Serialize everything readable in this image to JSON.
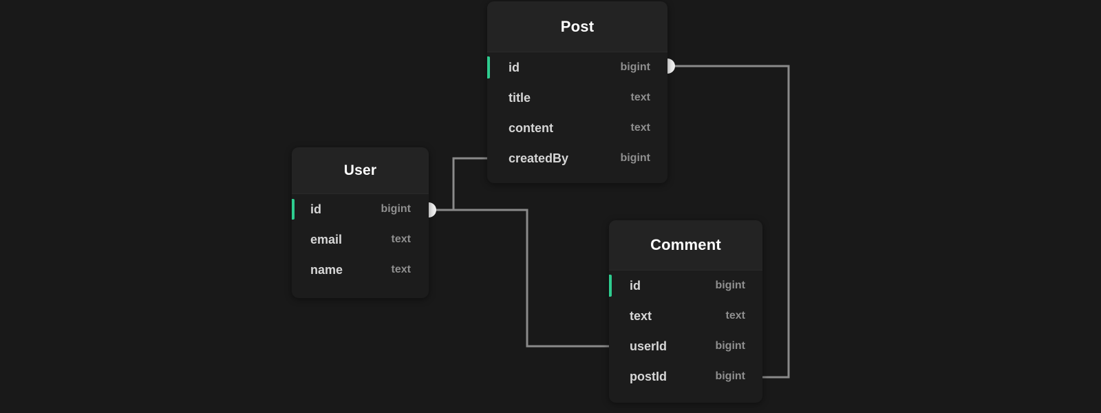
{
  "theme": {
    "background": "#191919",
    "card_body": "#1c1c1c",
    "card_header": "#232323",
    "accent_pk": "#2ecc8f",
    "edge_line": "#8a8a8a",
    "marker_fill": "#f2f2f2",
    "field_name_color": "#d6d6d6",
    "field_type_color": "#8f8f8f",
    "title_color": "#ffffff"
  },
  "diagram": {
    "type": "entity-relationship-diagram",
    "tables": [
      {
        "id": "user",
        "name": "User",
        "fields": [
          {
            "name": "id",
            "type": "bigint",
            "primary_key": true
          },
          {
            "name": "email",
            "type": "text",
            "primary_key": false
          },
          {
            "name": "name",
            "type": "text",
            "primary_key": false
          }
        ]
      },
      {
        "id": "post",
        "name": "Post",
        "fields": [
          {
            "name": "id",
            "type": "bigint",
            "primary_key": true
          },
          {
            "name": "title",
            "type": "text",
            "primary_key": false
          },
          {
            "name": "content",
            "type": "text",
            "primary_key": false
          },
          {
            "name": "createdBy",
            "type": "bigint",
            "primary_key": false
          }
        ]
      },
      {
        "id": "comment",
        "name": "Comment",
        "fields": [
          {
            "name": "id",
            "type": "bigint",
            "primary_key": true
          },
          {
            "name": "text",
            "type": "text",
            "primary_key": false
          },
          {
            "name": "userId",
            "type": "bigint",
            "primary_key": false
          },
          {
            "name": "postId",
            "type": "bigint",
            "primary_key": false
          }
        ]
      }
    ],
    "relationships": [
      {
        "id": "user-id-to-post-createdby",
        "from_table": "User",
        "from_field": "id",
        "to_table": "Post",
        "to_field": "createdBy",
        "from_marker": "one",
        "to_marker": "many"
      },
      {
        "id": "user-id-to-comment-userid",
        "from_table": "User",
        "from_field": "id",
        "to_table": "Comment",
        "to_field": "userId",
        "from_marker": "one",
        "to_marker": "many"
      },
      {
        "id": "post-id-to-comment-postid",
        "from_table": "Post",
        "from_field": "id",
        "to_table": "Comment",
        "to_field": "postId",
        "from_marker": "one",
        "to_marker": "many"
      }
    ]
  }
}
